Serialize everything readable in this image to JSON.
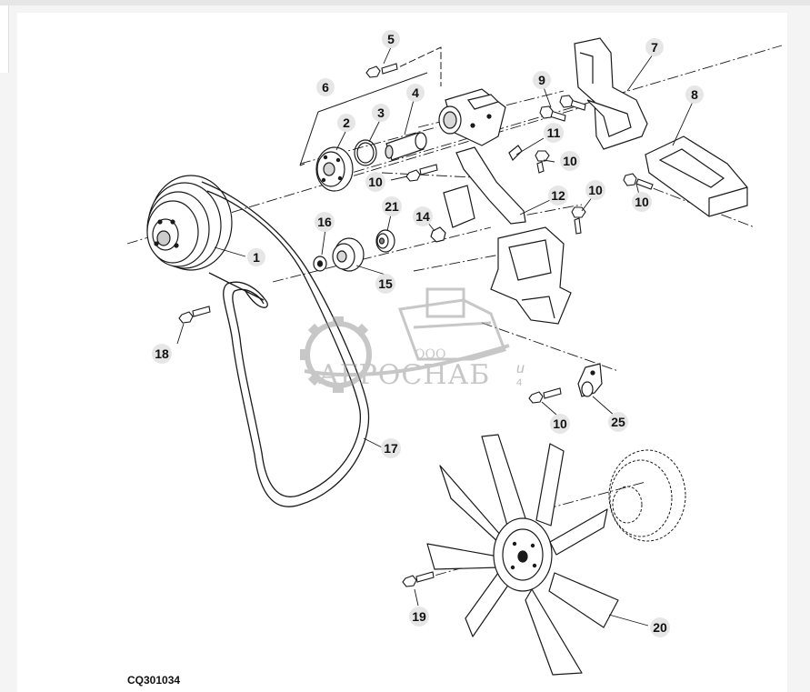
{
  "diagram": {
    "caption": "CQ301034",
    "callouts": [
      "1",
      "2",
      "3",
      "4",
      "5",
      "6",
      "7",
      "8",
      "9",
      "10",
      "10",
      "10",
      "10",
      "10",
      "11",
      "12",
      "14",
      "15",
      "16",
      "17",
      "18",
      "19",
      "20",
      "21",
      "25"
    ]
  },
  "watermark": {
    "company_prefix": "ООО",
    "company_name": "АГРОСНАБ",
    "side_mark": "u\n4"
  },
  "colors": {
    "line": "#1a1a1a",
    "watermark": "#9a9a9a"
  }
}
